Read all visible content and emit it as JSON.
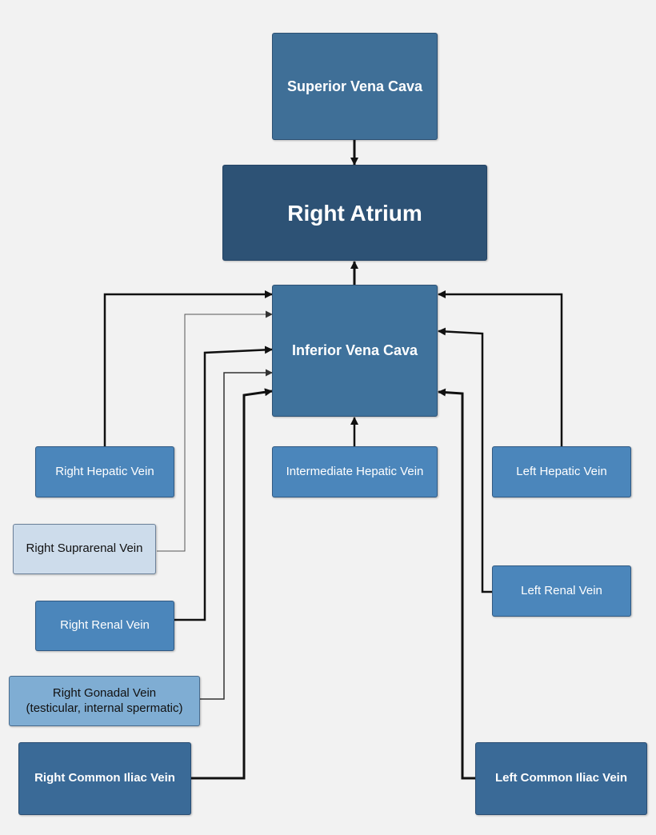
{
  "nodes": {
    "superior_vena_cava": {
      "label": "Superior Vena Cava",
      "color": "#3f6f97"
    },
    "right_atrium": {
      "label": "Right Atrium",
      "color": "#2d5275"
    },
    "inferior_vena_cava": {
      "label": "Inferior Vena Cava",
      "color": "#3f729c"
    },
    "right_hepatic_vein": {
      "label": "Right Hepatic Vein",
      "color": "#4b86bb"
    },
    "intermediate_hepatic_vein": {
      "label": "Intermediate Hepatic Vein",
      "color": "#4b86bb"
    },
    "left_hepatic_vein": {
      "label": "Left Hepatic Vein",
      "color": "#4b86bb"
    },
    "right_suprarenal_vein": {
      "label": "Right Suprarenal Vein",
      "color": "#cddceb"
    },
    "right_renal_vein": {
      "label": "Right Renal Vein",
      "color": "#4b86bb"
    },
    "left_renal_vein": {
      "label": "Left Renal Vein",
      "color": "#4b86bb"
    },
    "right_gonadal_vein": {
      "label": "Right Gonadal Vein",
      "sublabel": "(testicular, internal spermatic)",
      "color": "#7fadd3"
    },
    "right_common_iliac_vein": {
      "label": "Right Common Iliac Vein",
      "color": "#3a6a97"
    },
    "left_common_iliac_vein": {
      "label": "Left Common Iliac Vein",
      "color": "#3a6a97"
    }
  },
  "edges": [
    {
      "from": "superior_vena_cava",
      "to": "right_atrium"
    },
    {
      "from": "inferior_vena_cava",
      "to": "right_atrium"
    },
    {
      "from": "right_hepatic_vein",
      "to": "inferior_vena_cava"
    },
    {
      "from": "right_suprarenal_vein",
      "to": "inferior_vena_cava"
    },
    {
      "from": "right_renal_vein",
      "to": "inferior_vena_cava"
    },
    {
      "from": "right_gonadal_vein",
      "to": "inferior_vena_cava"
    },
    {
      "from": "right_common_iliac_vein",
      "to": "inferior_vena_cava"
    },
    {
      "from": "intermediate_hepatic_vein",
      "to": "inferior_vena_cava"
    },
    {
      "from": "left_hepatic_vein",
      "to": "inferior_vena_cava"
    },
    {
      "from": "left_renal_vein",
      "to": "inferior_vena_cava"
    },
    {
      "from": "left_common_iliac_vein",
      "to": "inferior_vena_cava"
    }
  ]
}
